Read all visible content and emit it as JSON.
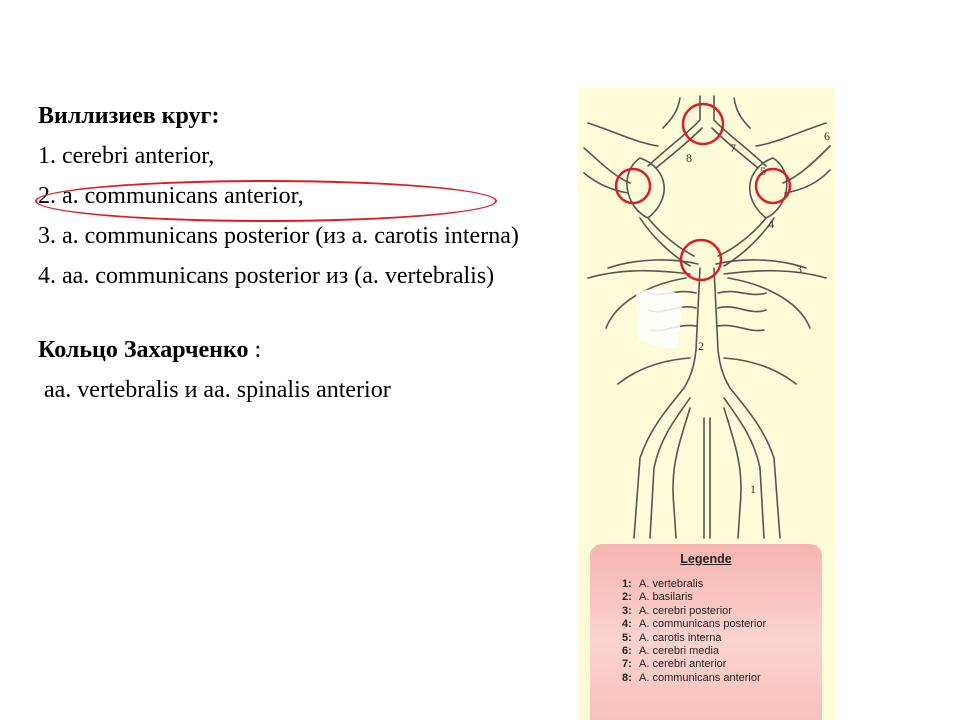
{
  "heading": "Виллизиев круг:",
  "items": [
    "1. cerebri anterior,",
    "2.  a.  communicans  anterior,",
    "3.  a.  communicans  posterior    (из  a. carotis interna)",
    "4.  aa.  communicans  posterior из (a. vertebralis)"
  ],
  "heading2": {
    "label": "Кольцо Захарченко",
    "suffix": " :"
  },
  "ring_text": "aa. vertebralis и aa. spinalis  anterior",
  "diagram_labels": [
    "8",
    "7",
    "6",
    "5",
    "4",
    "3",
    "2",
    "1"
  ],
  "legend": {
    "title": "Legende",
    "rows": [
      {
        "num": "1:",
        "text": "A. vertebralis"
      },
      {
        "num": "2:",
        "text": "A. basilaris"
      },
      {
        "num": "3:",
        "text": "A. cerebri posterior"
      },
      {
        "num": "4:",
        "text": "A. communicans posterior"
      },
      {
        "num": "5:",
        "text": "A. carotis interna"
      },
      {
        "num": "6:",
        "text": "A. cerebri media"
      },
      {
        "num": "7:",
        "text": "A. cerebri anterior"
      },
      {
        "num": "8:",
        "text": "A. communicans anterior"
      }
    ]
  },
  "colors": {
    "highlight": "#e01b24",
    "figure_bg": "#fdfbd8",
    "vessel": "#555555"
  }
}
